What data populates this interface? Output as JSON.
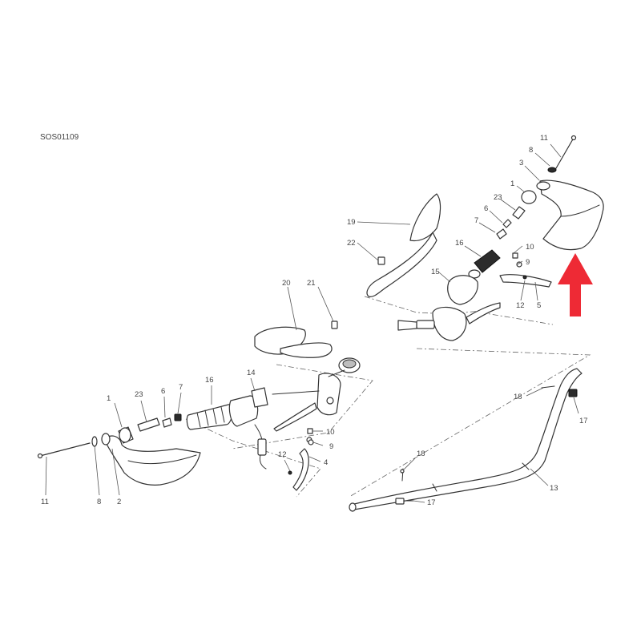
{
  "diagram": {
    "code": "SOS01109",
    "highlight_color": "#ee2a35",
    "callouts": [
      "11",
      "8",
      "3",
      "1",
      "23",
      "6",
      "7",
      "16",
      "10",
      "9",
      "15",
      "12",
      "5",
      "19",
      "22",
      "20",
      "21",
      "14",
      "18",
      "17",
      "13",
      "4",
      "2"
    ]
  }
}
